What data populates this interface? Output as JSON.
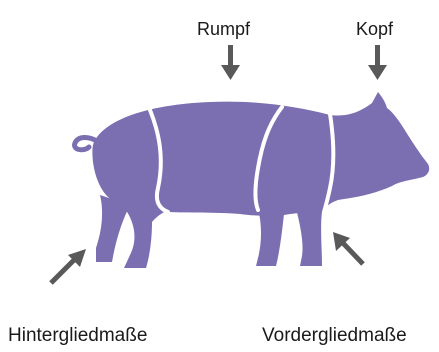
{
  "diagram": {
    "labels": {
      "trunk": "Rumpf",
      "head": "Kopf",
      "hindlimb": "Hintergliedmaße",
      "forelimb": "Vordergliedmaße"
    },
    "colors": {
      "body": "#7b6fb2",
      "segment_lines": "#ffffff",
      "arrows": "#595959",
      "text": "#1a1a1a",
      "background": "#ffffff"
    }
  }
}
